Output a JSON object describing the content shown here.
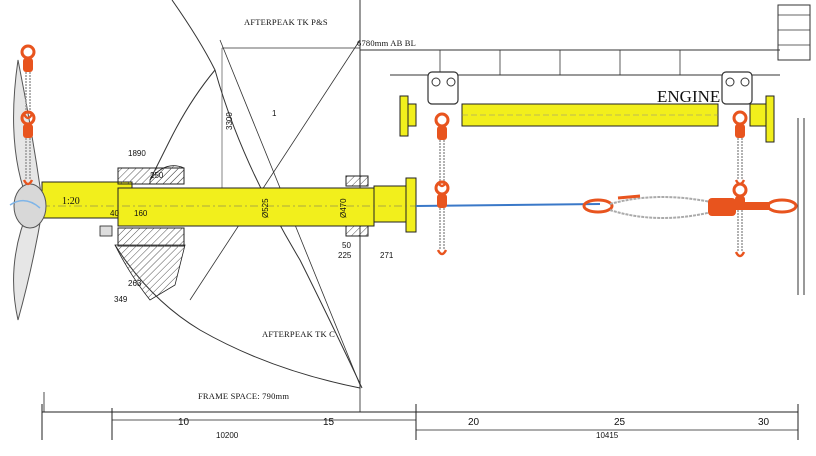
{
  "labels": {
    "afterpeak_ps": "AFTERPEAK TK P&S",
    "afterpeak_c": "AFTERPEAK TK C",
    "baseline_height": "6780mm AB BL",
    "engine": "ENGINE",
    "frame_space": "FRAME SPACE: 790mm",
    "taper": "1:20",
    "dim_3300": "3300",
    "dim_1": "1",
    "dim_1890": "1890",
    "dim_250": "250",
    "dim_40": "40",
    "dim_160": "160",
    "dim_263": "263",
    "dim_50": "50",
    "dim_225": "225",
    "dim_271": "271",
    "dim_349": "349",
    "shaft_dia_1": "Ø525",
    "shaft_dia_2": "Ø470",
    "dim_10200": "10200",
    "dim_10415": "10415"
  },
  "frame_scale": {
    "ticks": [
      "10",
      "15",
      "20",
      "25",
      "30"
    ]
  },
  "colors": {
    "shaft_yellow": "#f2ef1c",
    "hoist_orange": "#e8541e",
    "line_blue": "#3a78c8",
    "hatch_gray": "#444444"
  },
  "icons": {
    "chain_hoist": "chain-hoist-icon",
    "propeller": "propeller-icon",
    "trolley": "beam-trolley-icon"
  }
}
